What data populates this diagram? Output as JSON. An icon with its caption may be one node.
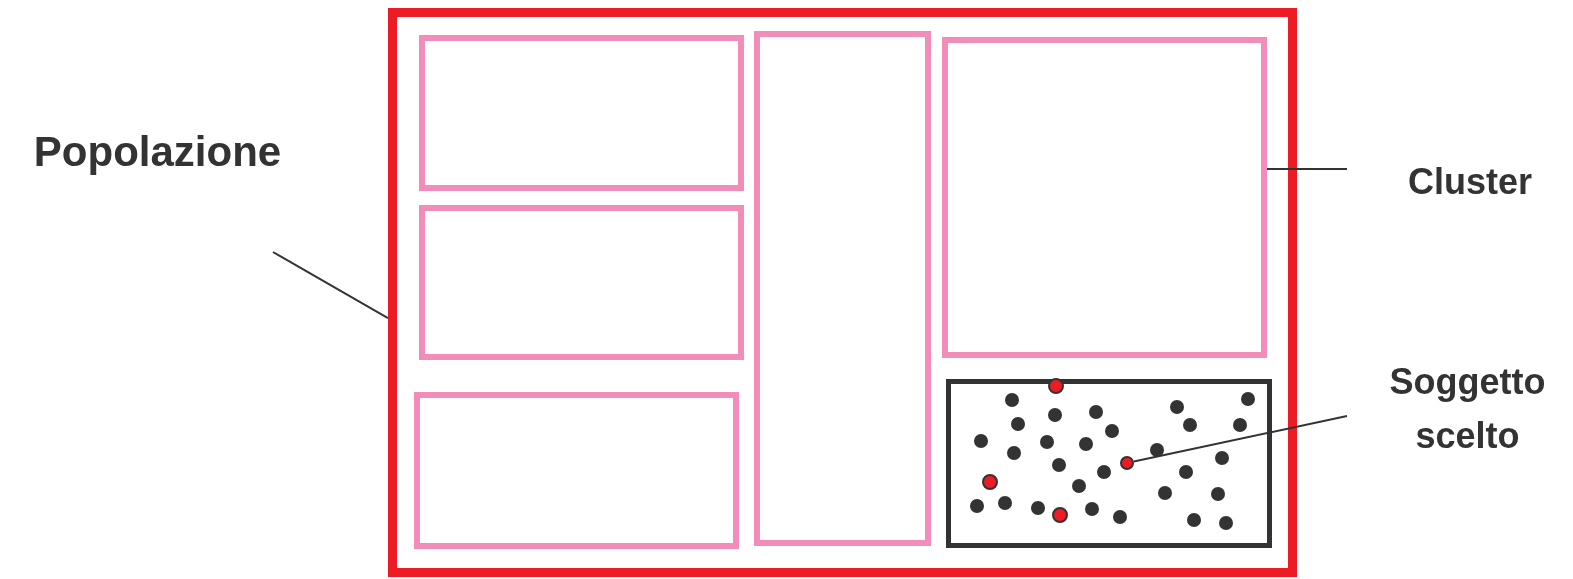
{
  "diagram": {
    "nodes": [
      {
        "text": [
          "Popolazione"
        ]
      },
      {
        "text": [],
        "shape": "box"
      },
      {
        "text": [],
        "shape": "box",
        "in": 1
      },
      {
        "text": [],
        "shape": "box",
        "in": 1
      },
      {
        "text": [],
        "shape": "box",
        "in": 1
      },
      {
        "text": [],
        "shape": "box",
        "in": 1
      },
      {
        "text": [],
        "shape": "box",
        "in": 1
      },
      {
        "text": [],
        "shape": "box",
        "in": 1
      },
      {
        "text": [],
        "shape": "circle",
        "in": 7
      },
      {
        "text": [
          "Cluster"
        ]
      },
      {
        "text": [
          "Soggetto scelto"
        ]
      }
    ],
    "edges": [
      {
        "from": 0,
        "to": 1,
        "arrow": "none"
      },
      {
        "from": 9,
        "to": 6,
        "arrow": "none"
      },
      {
        "from": 10,
        "to": 8,
        "arrow": "none"
      }
    ]
  }
}
